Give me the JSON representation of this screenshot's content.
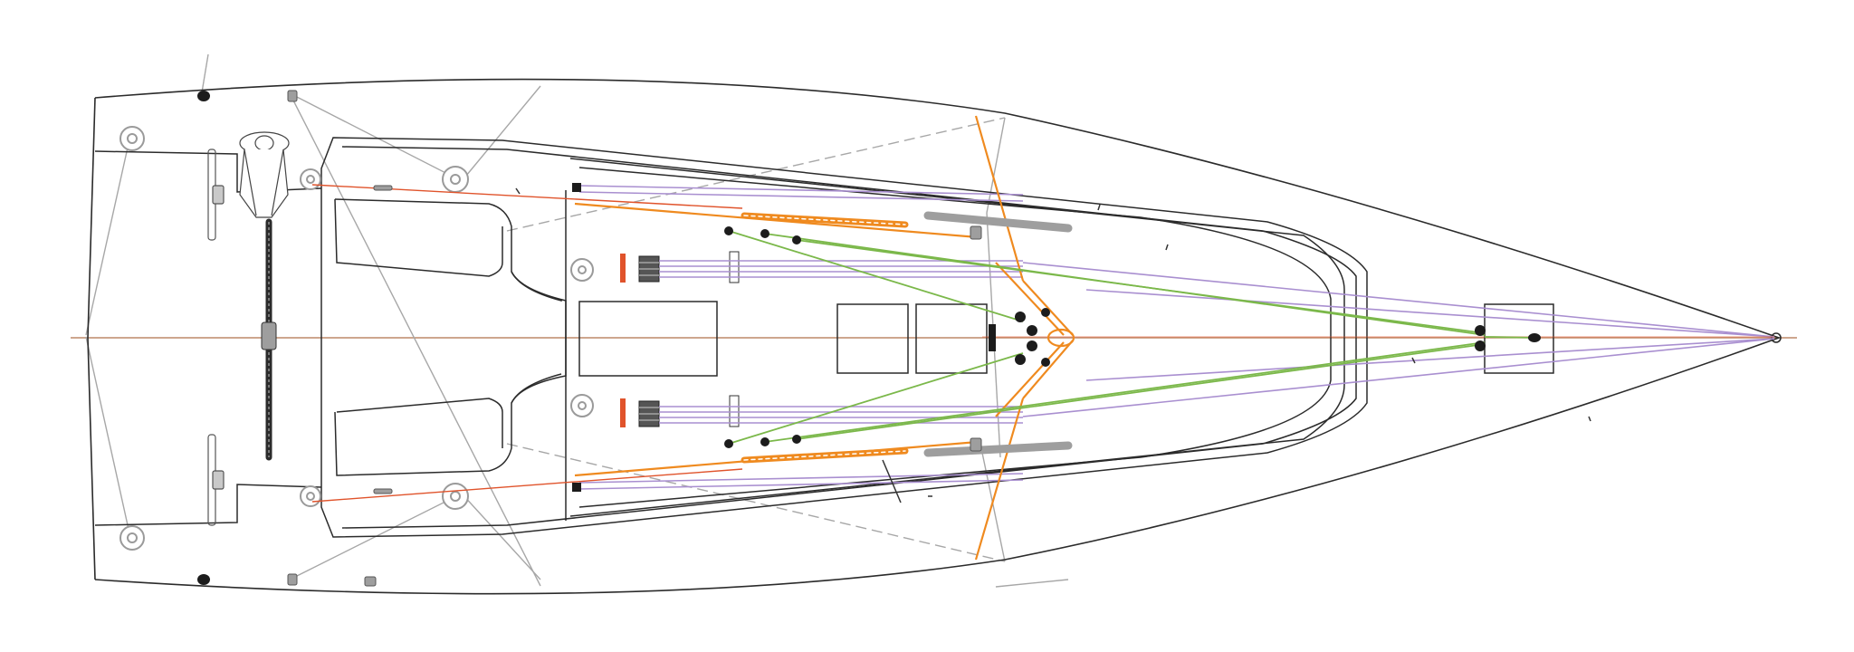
{
  "diagram": {
    "kind": "sailboat-deck-layout-plan-view",
    "labels": [],
    "colors": {
      "hull_outline": "#2b2b2b",
      "rigging_grey": "#9a9a9a",
      "control_line_purple": "#a98fd0",
      "sheet_orange": "#ef8a1f",
      "halyard_red": "#e0532b",
      "green_line": "#7bb84a",
      "winch_grey": "#8c8c8c",
      "hardware_black": "#1c1c1c"
    },
    "components": [
      "transom",
      "hull-outline",
      "bow-fitting",
      "cockpit-sole",
      "cockpit-benches",
      "helm-figure",
      "mainsheet-traveller",
      "mast-partner",
      "forward-hatch",
      "deck-hatches",
      "winches",
      "rope-clutches",
      "sheet-cars",
      "jib-tracks",
      "headsail-sheets",
      "spinnaker-lines",
      "control-lines",
      "halyards",
      "rigging-lines"
    ]
  }
}
